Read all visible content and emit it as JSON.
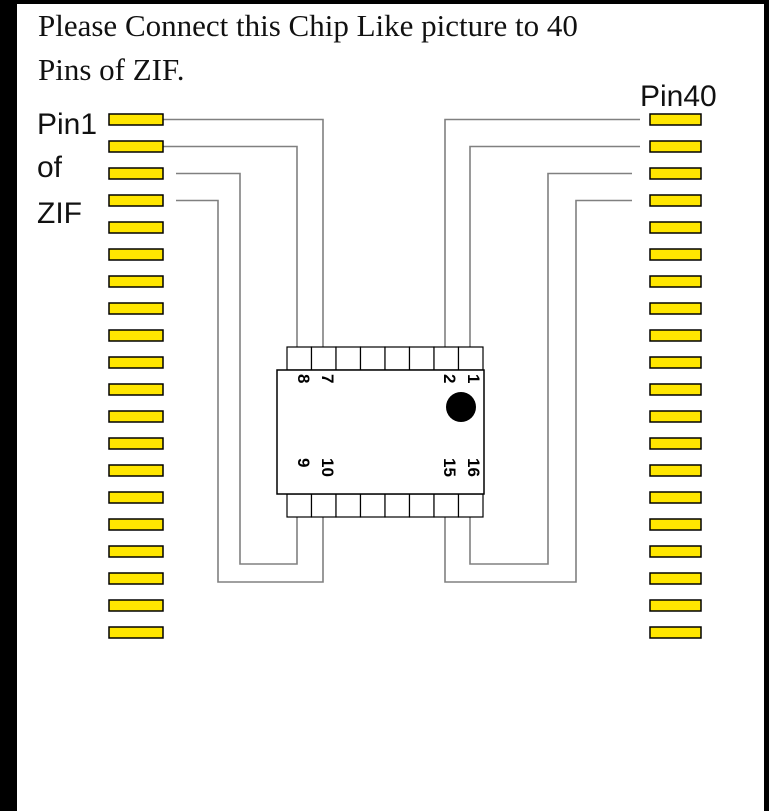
{
  "instruction": {
    "line1": "Please Connect this Chip Like picture to 40",
    "line2": "Pins of ZIF."
  },
  "labels": {
    "pin1_word": "Pin1",
    "of_word": "of",
    "zif_word": "ZIF",
    "pin40": "Pin40"
  },
  "zif_socket": {
    "pins_per_side": 20,
    "pin_color": "#FFE600",
    "pin_outline": "#000000"
  },
  "chip": {
    "pin_count": 16,
    "pins_top_row": 8,
    "pins_bottom_row": 8,
    "pin1_marker": "filled-dot",
    "pin_labels": [
      "8",
      "7",
      "2",
      "1",
      "9",
      "10",
      "15",
      "16"
    ]
  },
  "wiring": {
    "wire_color": "#808080",
    "connections": [
      {
        "chip_pin": "7",
        "zif_pin": 1
      },
      {
        "chip_pin": "8",
        "zif_pin": 2
      },
      {
        "chip_pin": "9",
        "zif_pin": 3
      },
      {
        "chip_pin": "10",
        "zif_pin": 4
      },
      {
        "chip_pin": "2",
        "zif_pin": 40
      },
      {
        "chip_pin": "1",
        "zif_pin": 39
      },
      {
        "chip_pin": "16",
        "zif_pin": 38
      },
      {
        "chip_pin": "15",
        "zif_pin": 37
      }
    ]
  }
}
